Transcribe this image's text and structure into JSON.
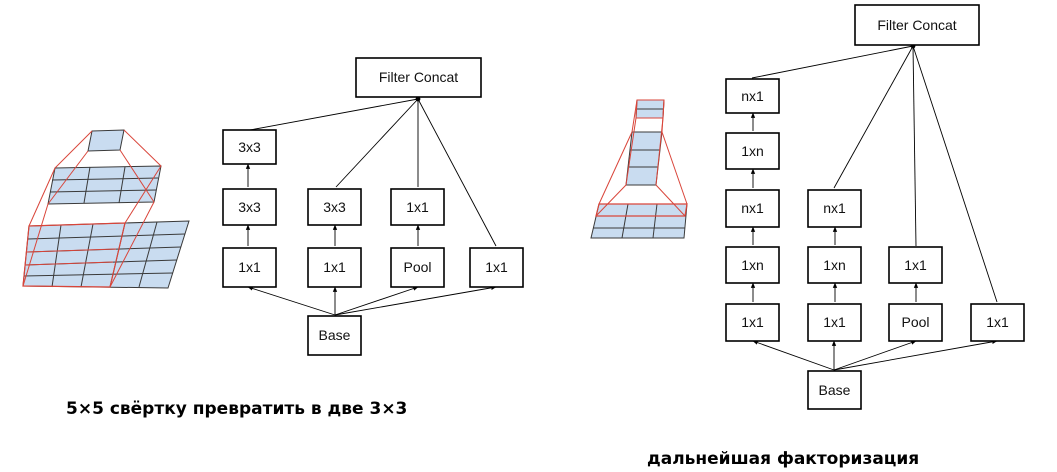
{
  "captions": {
    "left": "5×5 свёртку превратить в две 3×3",
    "right": "дальнейшая факторизация"
  },
  "diagram_left": {
    "top": "Filter Concat",
    "base": "Base",
    "branches": [
      [
        "1x1",
        "3x3",
        "3x3"
      ],
      [
        "1x1",
        "3x3"
      ],
      [
        "Pool",
        "1x1"
      ],
      [
        "1x1"
      ]
    ]
  },
  "diagram_right": {
    "top": "Filter Concat",
    "base": "Base",
    "branches": [
      [
        "1x1",
        "1xn",
        "nx1",
        "1xn",
        "nx1"
      ],
      [
        "1x1",
        "1xn",
        "nx1"
      ],
      [
        "Pool",
        "1x1"
      ],
      [
        "1x1"
      ]
    ]
  },
  "colors": {
    "grid_fill": "#c9dcf0",
    "grid_line": "#3a3a3a",
    "receptive_line": "#d9453a"
  }
}
